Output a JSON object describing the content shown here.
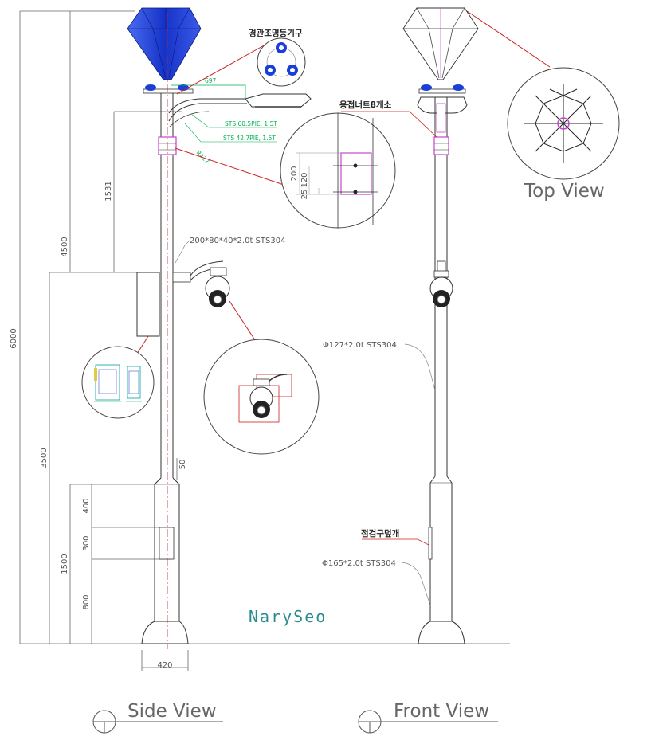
{
  "labels": {
    "landscape_light": "경관조명등기구",
    "weld_nuts": "용접너트8개소",
    "inspection_cover": "점검구덮개",
    "bracket_spec": "200*80*40*2.0t STS304",
    "upper_pipe": "Φ127*2.0t STS304",
    "lower_pipe": "Φ165*2.0t STS304",
    "arm_dim": "697",
    "arm_pipe_1": "STS 60.5PIE, 1.5T",
    "arm_pipe_2": "STS 42.7PIE, 1.5T",
    "arm_angle": "R427"
  },
  "dimensions": {
    "total_height": "6000",
    "h4500": "4500",
    "h1531": "1531",
    "h3500": "3500",
    "h1500": "1500",
    "h400": "400",
    "h300": "300",
    "h800": "800",
    "h50": "50",
    "base_width": "420",
    "detail_200": "200",
    "detail_120": "120",
    "detail_25": "25"
  },
  "views": {
    "side": "Side View",
    "front": "Front View",
    "top": "Top View"
  },
  "watermark": "NarySeo",
  "colors": {
    "lamp_blue": "#1a3fd8",
    "leader_red": "#cc2222",
    "dim_green": "#00b050",
    "magenta": "#cc44cc"
  }
}
